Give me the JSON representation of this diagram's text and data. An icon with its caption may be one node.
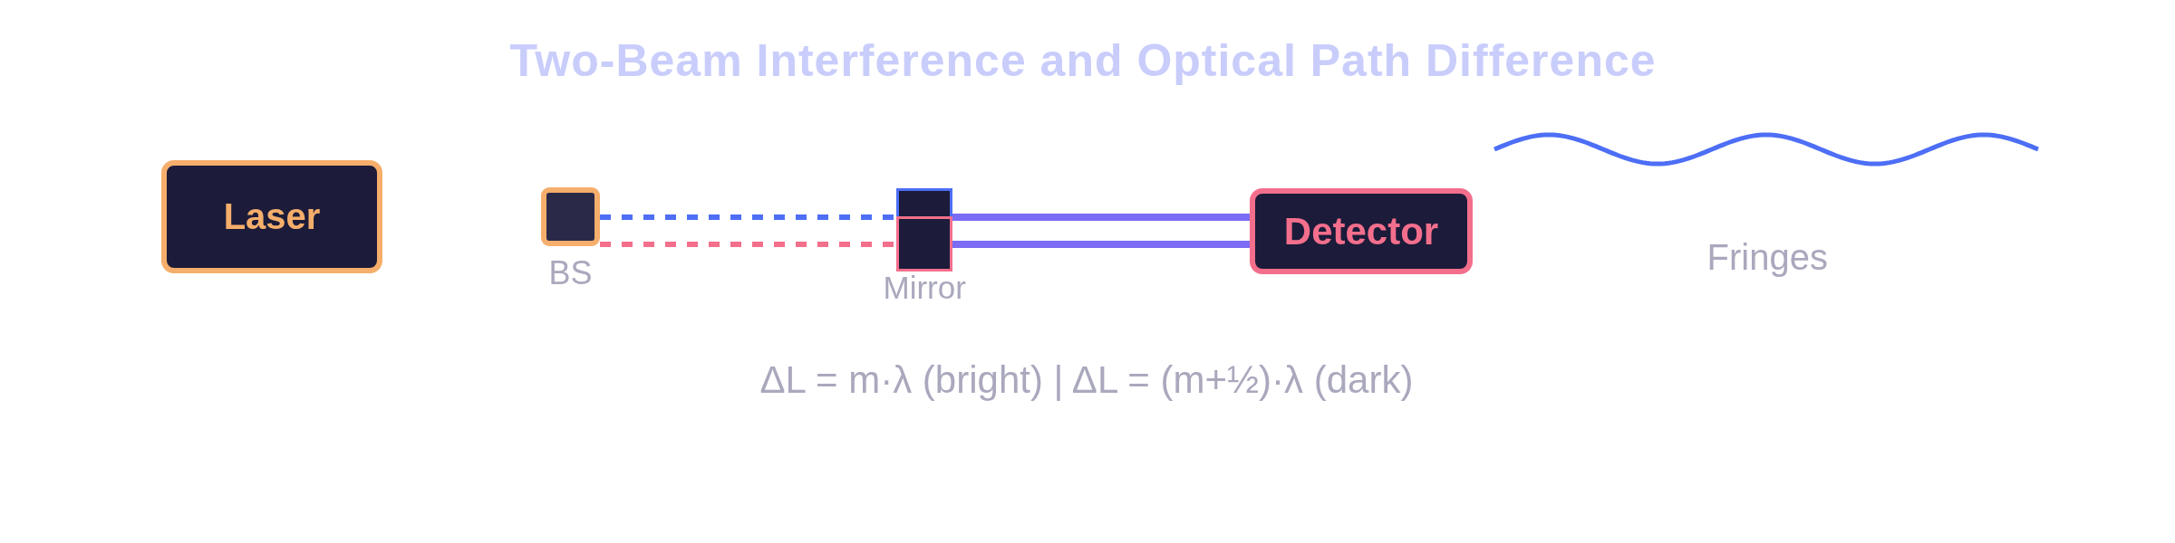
{
  "diagram": {
    "title": "Two-Beam Interference and Optical Path Difference",
    "nodes": [
      {
        "text": [
          "Laser"
        ]
      },
      {
        "text": [],
        "shape": "box",
        "beside": [
          "BS"
        ]
      },
      {
        "text": [],
        "shape": "box",
        "beside": [
          "Mirror"
        ]
      },
      {
        "text": [
          "Detector"
        ]
      }
    ],
    "edges": [
      {
        "from": 1,
        "to": 2,
        "arrow": "none",
        "style": "dashed",
        "color": "#4d6ef5"
      },
      {
        "from": 1,
        "to": 2,
        "arrow": "none",
        "style": "dashed",
        "color": "#f36f8c"
      },
      {
        "from": 2,
        "to": 3,
        "arrow": "none"
      },
      {
        "from": 2,
        "to": 3,
        "arrow": "none"
      }
    ],
    "labels": [
      "Fringes",
      "ΔL = m·λ (bright) | ΔL = (m+½)·λ (dark)"
    ]
  }
}
